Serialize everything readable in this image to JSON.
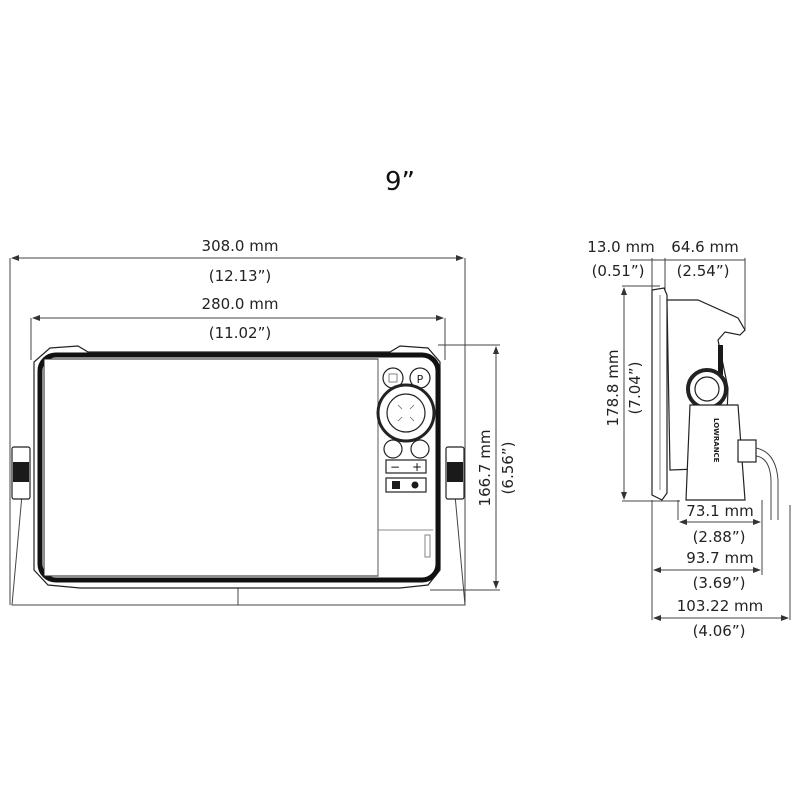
{
  "title": "9”",
  "front_view": {
    "overall_width": {
      "mm": "308.0 mm",
      "in": "(12.13”)"
    },
    "display_width": {
      "mm": "280.0 mm",
      "in": "(11.02”)"
    },
    "height": {
      "mm": "166.7 mm",
      "in": "(6.56”)"
    },
    "keypad": {
      "minus": "−",
      "plus": "+"
    }
  },
  "side_view": {
    "bezel_depth": {
      "mm": "13.0 mm",
      "in": "(0.51”)"
    },
    "top_depth": {
      "mm": "64.6 mm",
      "in": "(2.54”)"
    },
    "height": {
      "mm": "178.8 mm",
      "in": "(7.04”)"
    },
    "base_depth": {
      "mm": "73.1 mm",
      "in": "(2.88”)"
    },
    "body_depth": {
      "mm": "93.7 mm",
      "in": "(3.69”)"
    },
    "overall_depth": {
      "mm": "103.22 mm",
      "in": "(4.06”)"
    },
    "brand": "LOWRANCE"
  }
}
